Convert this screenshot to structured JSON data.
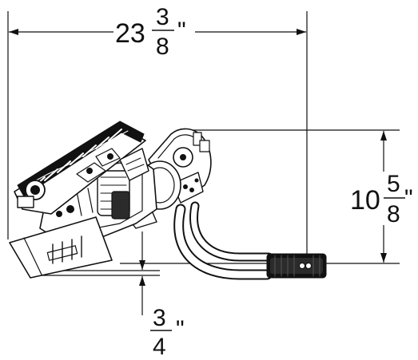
{
  "colors": {
    "line": "#111111",
    "background": "#ffffff",
    "metal": "#e9e9e9"
  },
  "dimensions": {
    "width": {
      "whole": "23",
      "numerator": "3",
      "denominator": "8",
      "unit": "\""
    },
    "height": {
      "whole": "10",
      "numerator": "5",
      "denominator": "8",
      "unit": "\""
    },
    "offset": {
      "whole": "",
      "numerator": "3",
      "denominator": "4",
      "unit": "\""
    }
  }
}
